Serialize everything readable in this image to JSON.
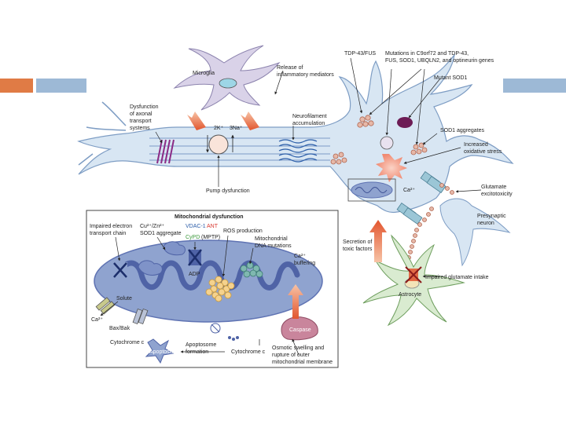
{
  "colors": {
    "slide_orange": "#E07B45",
    "slide_blue": "#9DB9D6",
    "neuron_fill": "#D8E6F3",
    "neuron_stroke": "#7E9DC4",
    "glia_fill": "#D9D2E8",
    "astro_fill": "#D9EBD0",
    "mito_fill": "#8FA3CF",
    "mito_inner": "#5F73B3",
    "arrow_red": "#E2552E",
    "caspase": "#C9859C",
    "sod1_purple": "#6D1C55"
  },
  "labels": {
    "microglia": "Microglia",
    "release": [
      "Release of",
      "inflammatory mediators"
    ],
    "dysfunction_axonal": [
      "Dysfunction",
      "of axonal",
      "transport",
      "systems"
    ],
    "neurofilament": [
      "Neurofilament",
      "accumulation"
    ],
    "ion_k": "2K⁺",
    "ion_na": "3Na⁺",
    "pump_dysfunction": "Pump dysfunction",
    "tdp43_fus": "TDP-43/FUS",
    "mutations": [
      "Mutations in C9orf72 and TDP-43,",
      "FUS, SOD1, UBQLN2, and optineurin genes"
    ],
    "mutant_sod1": "Mutant SOD1",
    "sod1_aggregates": "SOD1 aggregates",
    "oxidative_stress": [
      "Increased",
      "oxidative stress"
    ],
    "ca_right": "Ca²⁺",
    "glutamate": [
      "Glutamate",
      "excitotoxicity"
    ],
    "presynaptic": [
      "Presynaptic",
      "neuron"
    ],
    "secretion": [
      "Secretion of",
      "toxic factors"
    ],
    "impaired_glutamate": "Impaired glutamate intake",
    "astrocyte": "Astrocyte",
    "mito_title": "Mitochondrial dysfunction",
    "impaired_electron": [
      "Impaired electron",
      "transport chain"
    ],
    "cu_zn": [
      "Cu²⁺/Zn²⁺",
      "SOD1 aggregate"
    ],
    "vdac1": "VDAC-1",
    "ant": "ANT",
    "cypd": "CyPD",
    "mptp": "(MPTP)",
    "ros": "ROS production",
    "mito_dna": [
      "Mitochondrial",
      "DNA mutations"
    ],
    "ca_buffering": [
      "Ca²⁺",
      "buffering"
    ],
    "adp": "ADP",
    "solute": "Solute",
    "ca_left": "Ca²⁺",
    "bax_bak": "Bax/Bak",
    "cytochrome_c_left": "Cytochrome c",
    "caspase": "Caspase",
    "apoptosis": "Apoptosis",
    "apoptosome": [
      "Apoptosome",
      "formation"
    ],
    "cytochrome_c_bottom": "Cytochrome c",
    "osmotic": [
      "Osmotic swelling and",
      "rupture of outer",
      "mitochondrial membrane"
    ]
  }
}
